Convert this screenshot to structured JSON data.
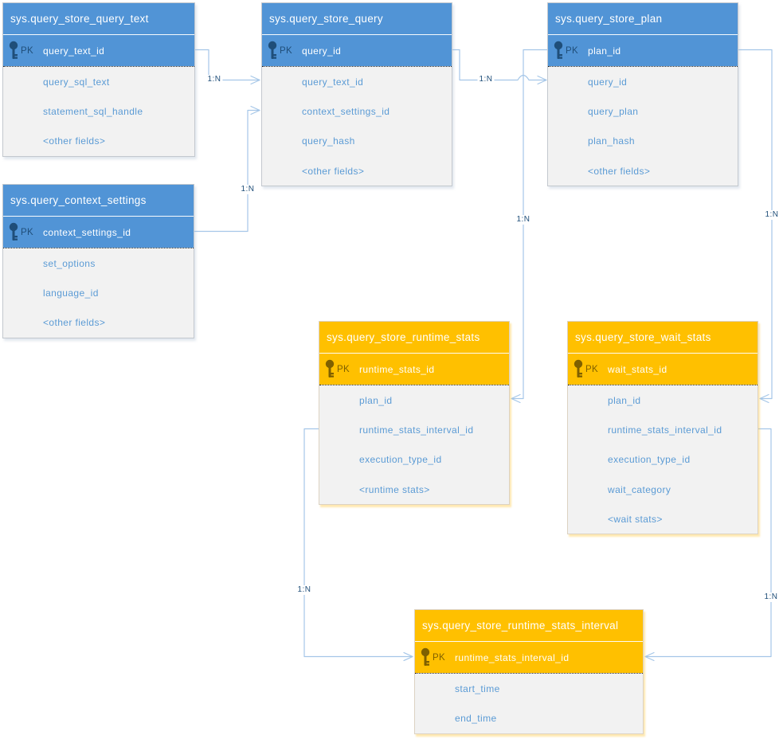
{
  "colors": {
    "blue_table_header": "#5194D6",
    "orange_table_header": "#FFC000",
    "table_body_background": "#F2F2F2",
    "field_text": "#5B9BD5",
    "connector_line": "#A5C6E8",
    "cardinality_text": "#1F4E79",
    "pk_icon_blue": "#1F4E79",
    "pk_icon_orange": "#7F6000"
  },
  "tables": [
    {
      "title": "sys.query_store_query_text",
      "theme": "blue",
      "pk": {
        "badge": "PK",
        "field": "query_text_id"
      },
      "fields": [
        "query_sql_text",
        "statement_sql_handle",
        "<other fields>"
      ]
    },
    {
      "title": "sys.query_store_query",
      "theme": "blue",
      "pk": {
        "badge": "PK",
        "field": "query_id"
      },
      "fields": [
        "query_text_id",
        "context_settings_id",
        "query_hash",
        "<other fields>"
      ]
    },
    {
      "title": "sys.query_store_plan",
      "theme": "blue",
      "pk": {
        "badge": "PK",
        "field": "plan_id"
      },
      "fields": [
        "query_id",
        "query_plan",
        "plan_hash",
        "<other fields>"
      ]
    },
    {
      "title": "sys.query_context_settings",
      "theme": "blue",
      "pk": {
        "badge": "PK",
        "field": "context_settings_id"
      },
      "fields": [
        "set_options",
        "language_id",
        "<other fields>"
      ]
    },
    {
      "title": "sys.query_store_runtime_stats",
      "theme": "orange",
      "pk": {
        "badge": "PK",
        "field": "runtime_stats_id"
      },
      "fields": [
        "plan_id",
        "runtime_stats_interval_id",
        "execution_type_id",
        "<runtime stats>"
      ]
    },
    {
      "title": "sys.query_store_wait_stats",
      "theme": "orange",
      "pk": {
        "badge": "PK",
        "field": "wait_stats_id"
      },
      "fields": [
        "plan_id",
        "runtime_stats_interval_id",
        "execution_type_id",
        "wait_category",
        "<wait stats>"
      ]
    },
    {
      "title": "sys.query_store_runtime_stats_interval",
      "theme": "orange",
      "pk": {
        "badge": "PK",
        "field": "runtime_stats_interval_id"
      },
      "fields": [
        "start_time",
        "end_time"
      ]
    }
  ],
  "connectors": [
    {
      "label": "1:N",
      "from": "sys.query_store_query_text.query_text_id",
      "to": "sys.query_store_query.query_text_id"
    },
    {
      "label": "1:N",
      "from": "sys.query_context_settings.context_settings_id",
      "to": "sys.query_store_query.context_settings_id"
    },
    {
      "label": "1:N",
      "from": "sys.query_store_query.query_id",
      "to": "sys.query_store_plan.query_id"
    },
    {
      "label": "1:N",
      "from": "sys.query_store_plan.plan_id",
      "to": "sys.query_store_runtime_stats.plan_id"
    },
    {
      "label": "1:N",
      "from": "sys.query_store_plan.plan_id",
      "to": "sys.query_store_wait_stats.plan_id"
    },
    {
      "label": "1:N",
      "from": "sys.query_store_runtime_stats.runtime_stats_interval_id",
      "to": "sys.query_store_runtime_stats_interval.runtime_stats_interval_id"
    },
    {
      "label": "1:N",
      "from": "sys.query_store_wait_stats.runtime_stats_interval_id",
      "to": "sys.query_store_runtime_stats_interval.runtime_stats_interval_id"
    }
  ]
}
